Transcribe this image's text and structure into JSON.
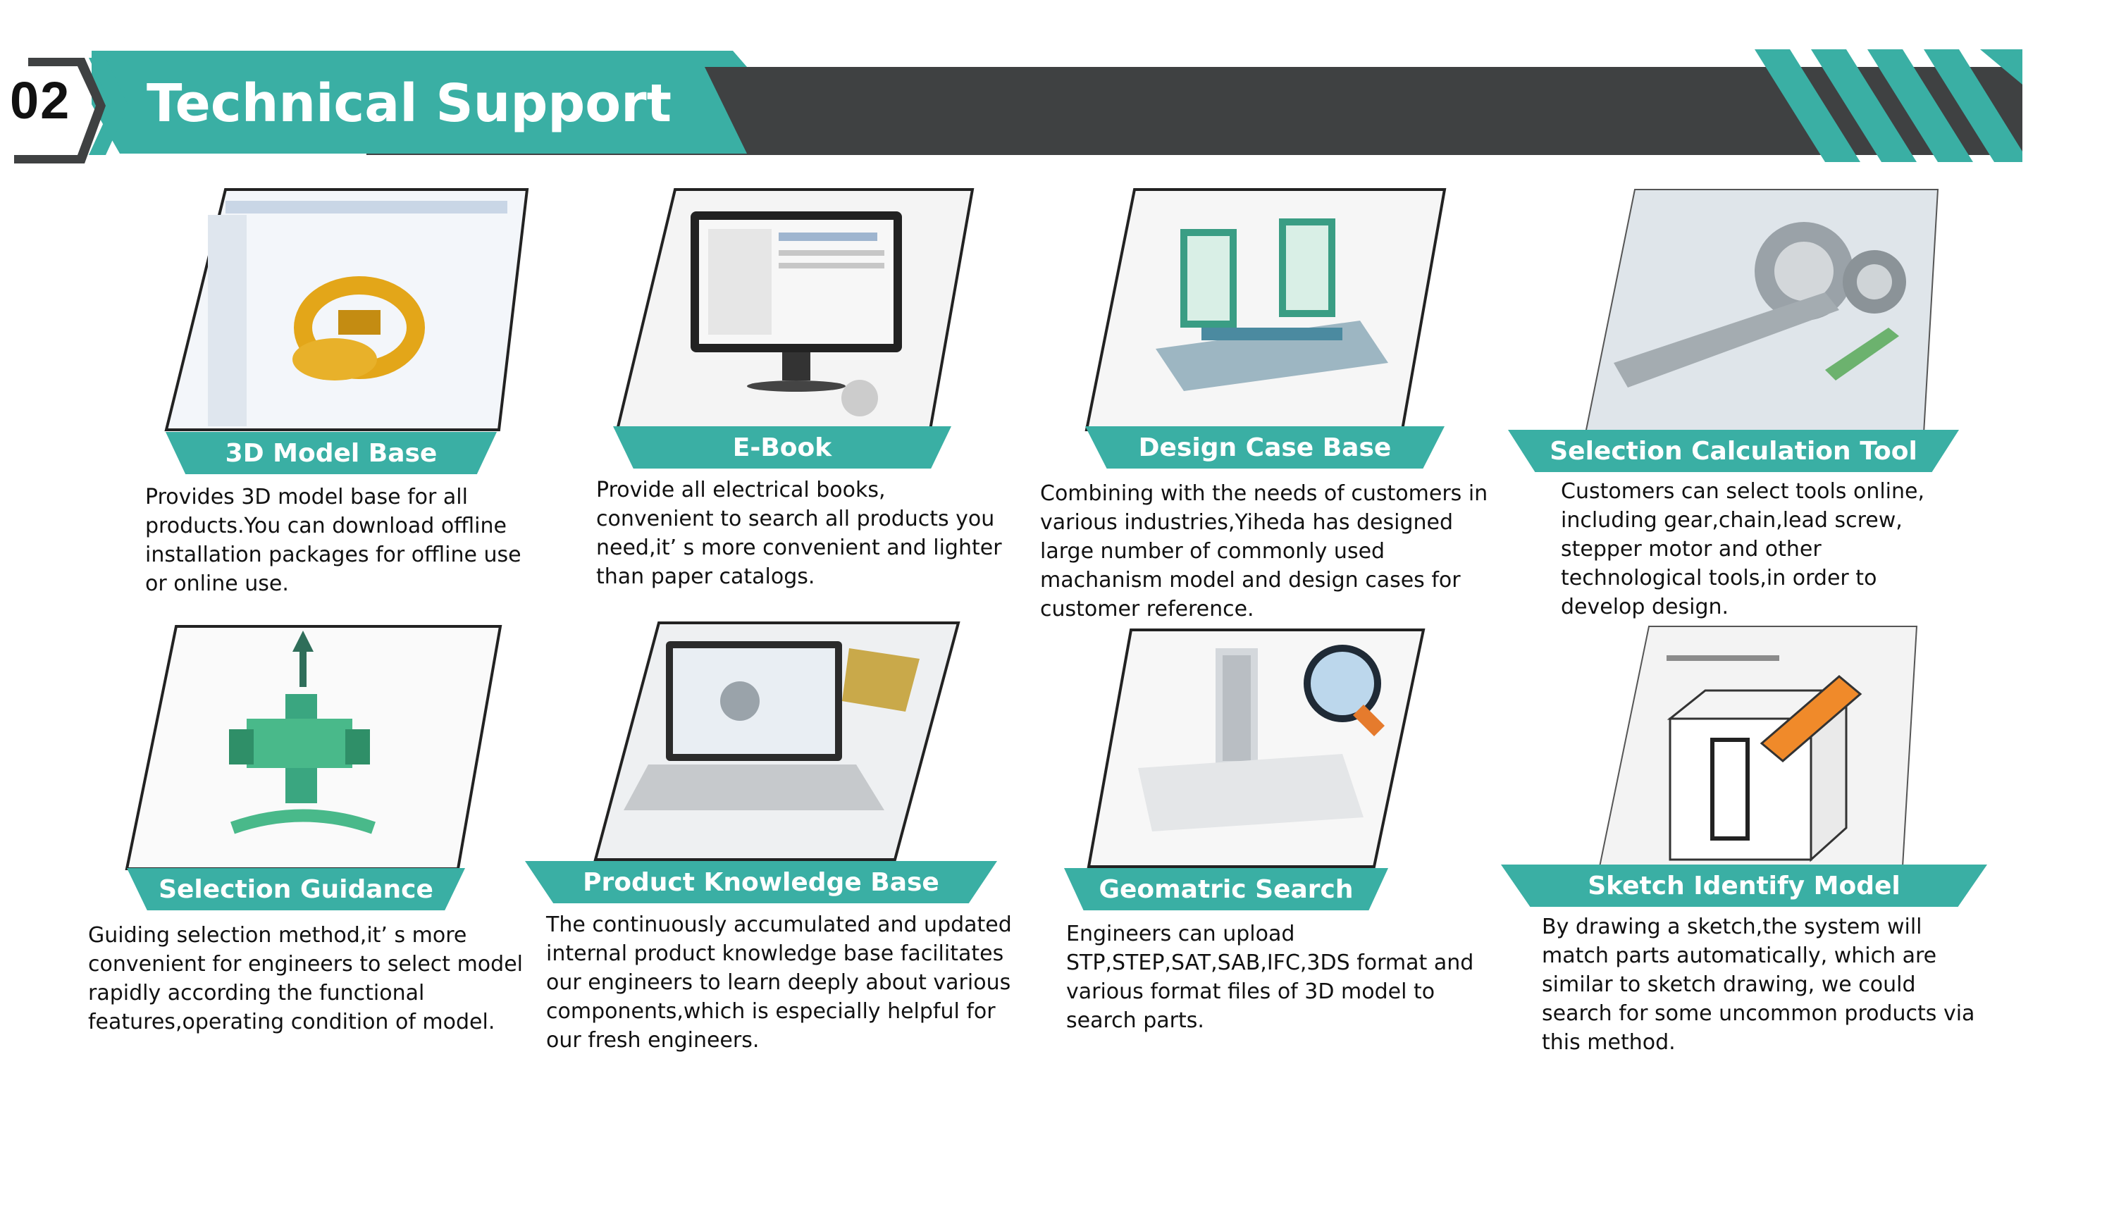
{
  "header": {
    "number": "02",
    "title": "Technical Support"
  },
  "colors": {
    "teal": "#3aafa4",
    "dark": "#3f4142"
  },
  "cards": [
    {
      "label": "3D Model Base",
      "icon": "3d-model-icon",
      "description": "Provides 3D model base for all products.You can download offline installation packages for offline use or online use."
    },
    {
      "label": "E-Book",
      "icon": "ebook-icon",
      "description": "Provide all electrical books, convenient to search all products you need,it’ s more convenient and lighter than paper catalogs."
    },
    {
      "label": "Design Case Base",
      "icon": "design-case-icon",
      "description": "Combining with the needs of customers in various industries,Yiheda has designed large number of commonly used machanism model and design cases for customer reference."
    },
    {
      "label": "Selection Calculation Tool",
      "icon": "calculation-tool-icon",
      "description": "Customers can select tools online, including gear,chain,lead screw, stepper motor and other technological tools,in order to develop design."
    },
    {
      "label": "Selection Guidance",
      "icon": "selection-guidance-icon",
      "description": "Guiding selection method,it’ s more convenient for engineers to select model rapidly according the functional features,operating condition of model."
    },
    {
      "label": "Product Knowledge Base",
      "icon": "knowledge-base-icon",
      "description": "The continuously accumulated and updated internal product knowledge base facilitates our engineers to learn deeply about various components,which is especially helpful for our fresh engineers."
    },
    {
      "label": "Geomatric Search",
      "icon": "geometric-search-icon",
      "description": "Engineers can upload STP,STEP,SAT,SAB,IFC,3DS format and various format files of 3D model to search parts."
    },
    {
      "label": "Sketch Identify Model",
      "icon": "sketch-model-icon",
      "description": "By drawing a sketch,the system will match parts automatically, which are similar to sketch drawing, we could search for some uncommon products via this method."
    }
  ]
}
